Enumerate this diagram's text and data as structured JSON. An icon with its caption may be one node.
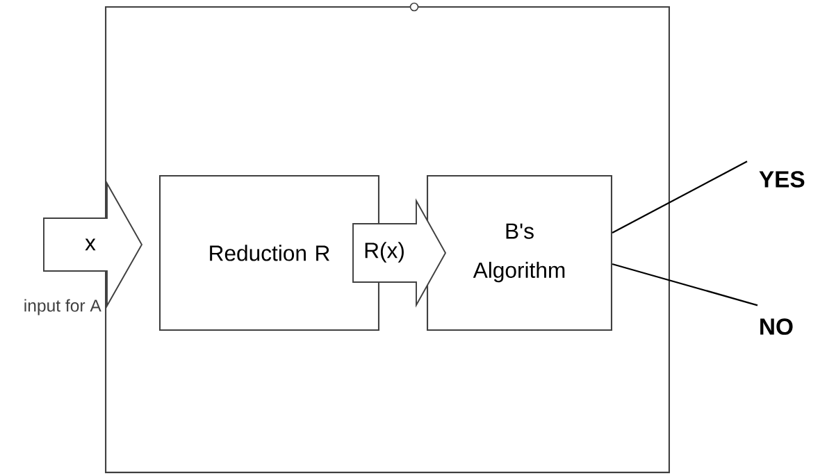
{
  "diagram": {
    "nodes": [
      {
        "text": [],
        "shape": "box"
      },
      {
        "text": [
          "Reduction R"
        ],
        "in": 0
      },
      {
        "text": [
          "B's Algorithm"
        ],
        "in": 0
      },
      {
        "text": [
          "YES"
        ]
      },
      {
        "text": [
          "NO"
        ]
      }
    ],
    "edges": [
      {
        "from": null,
        "to": 1,
        "arrow": "to",
        "label": "x"
      },
      {
        "from": 1,
        "to": 2,
        "arrow": "to",
        "label": "R(x)"
      },
      {
        "from": 2,
        "to": 3,
        "arrow": "none"
      },
      {
        "from": 2,
        "to": 4,
        "arrow": "none"
      }
    ],
    "labels": [
      "input for A"
    ]
  }
}
